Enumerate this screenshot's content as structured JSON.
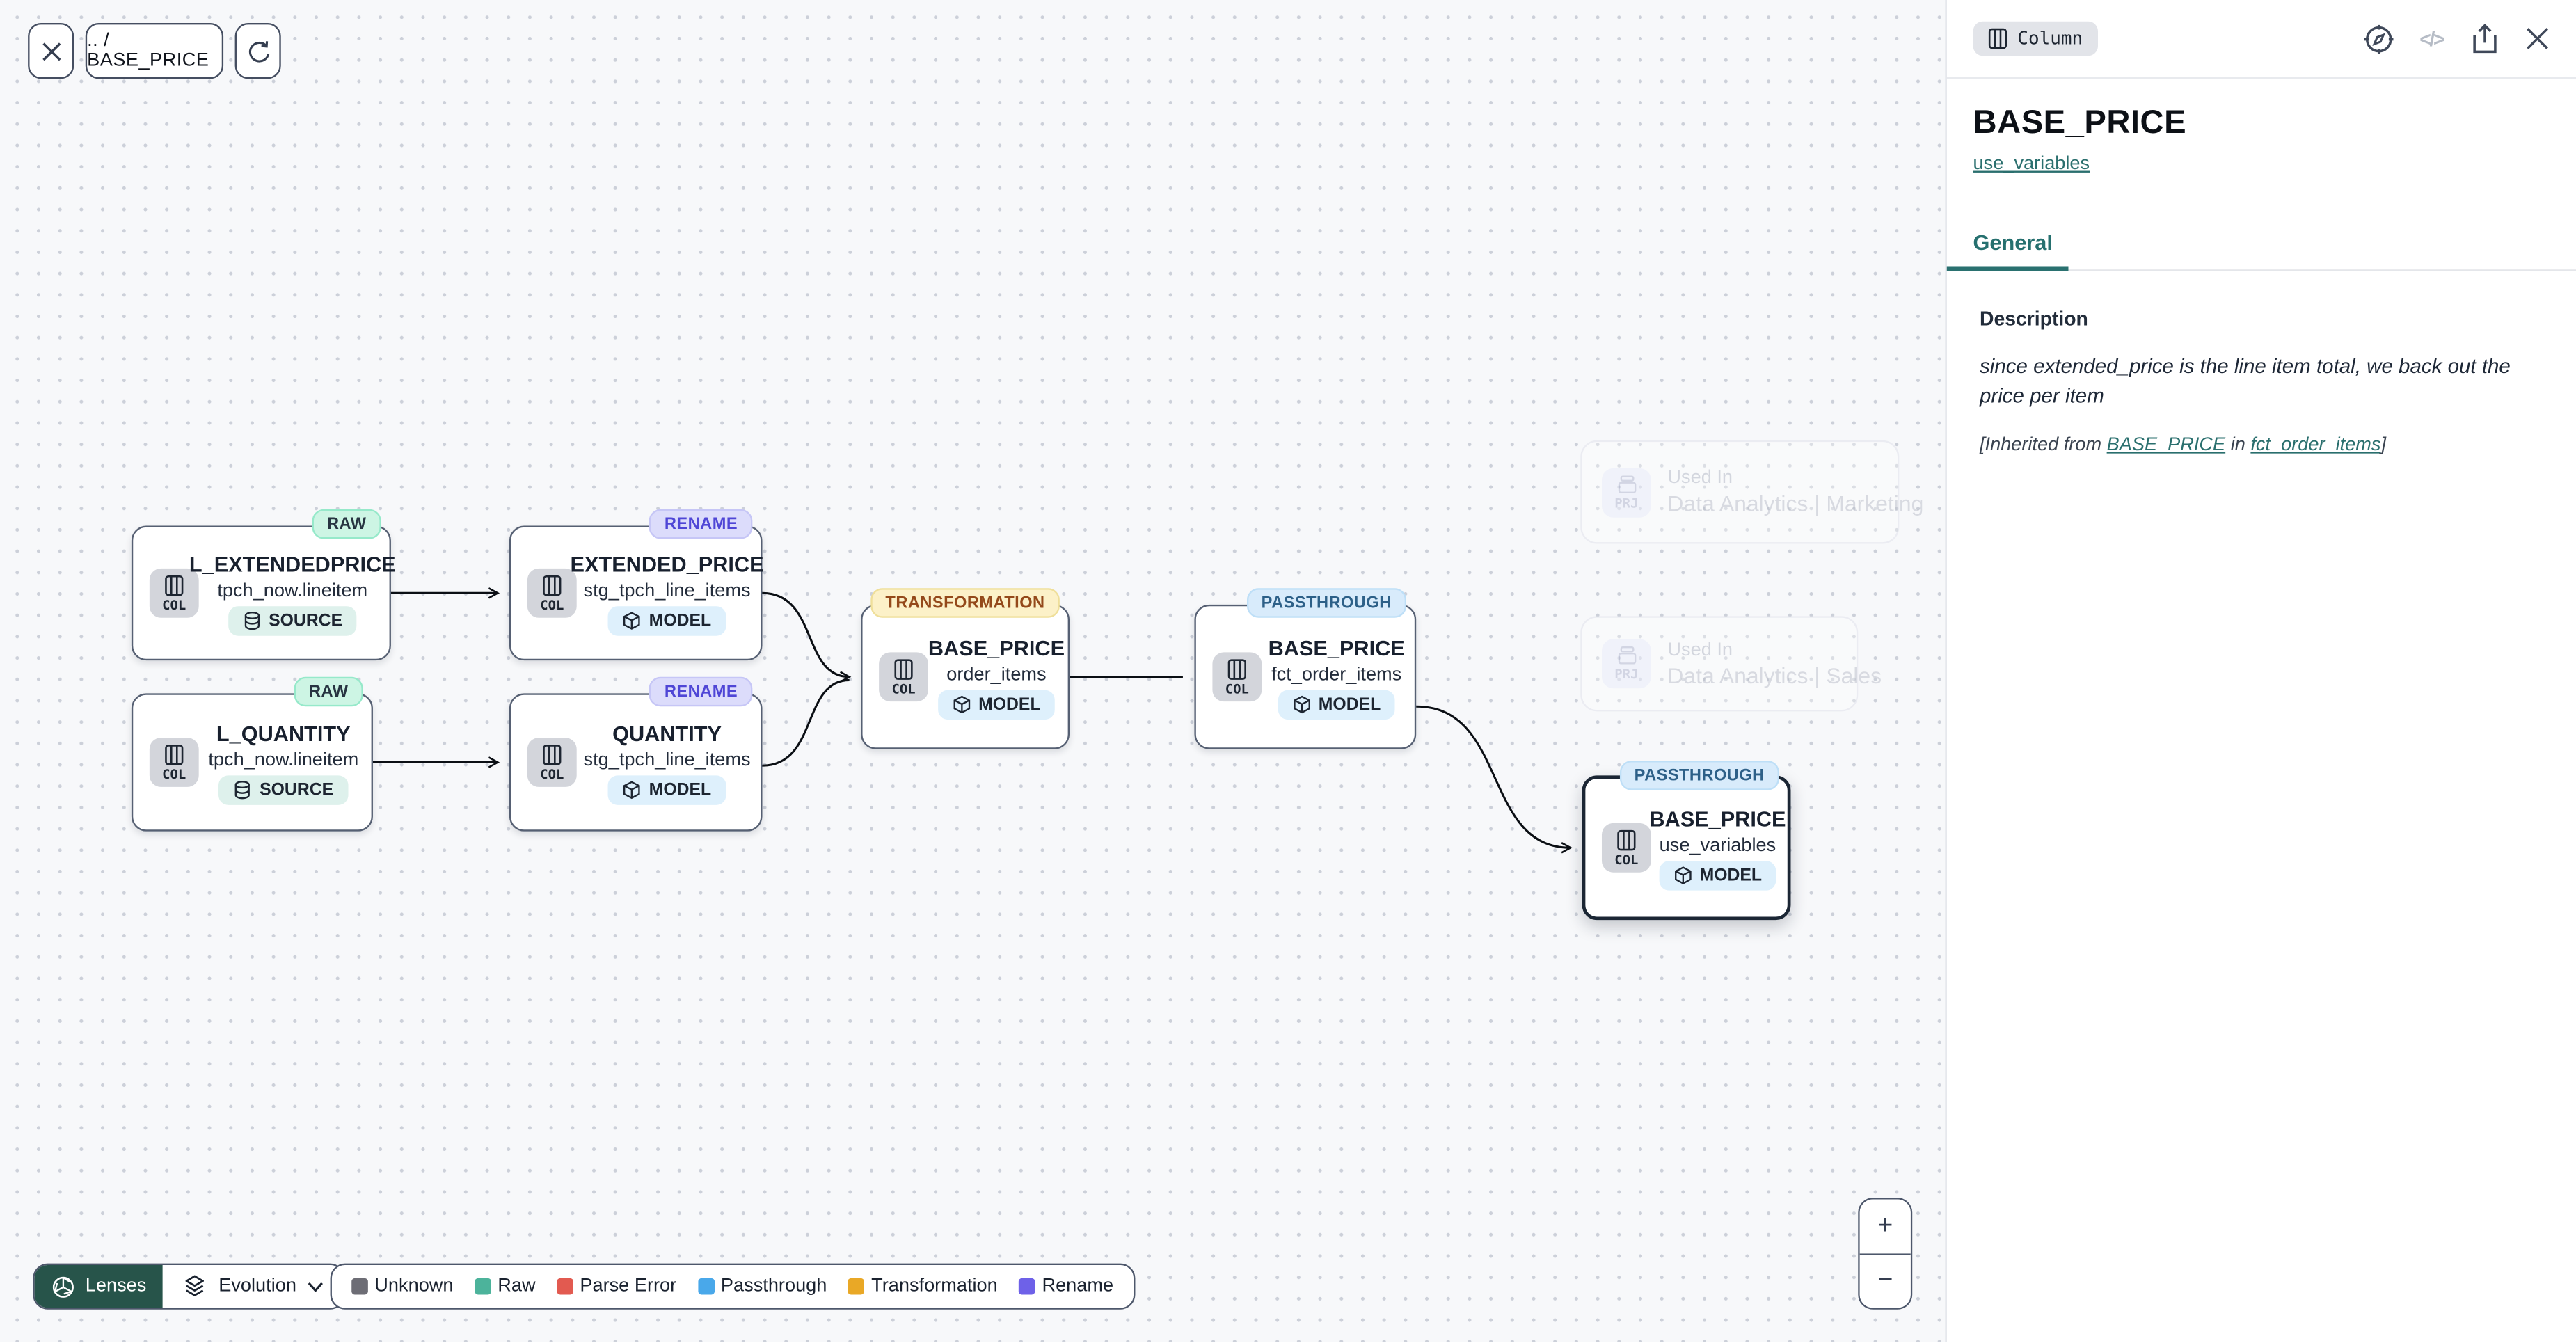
{
  "toolbar": {
    "breadcrumb": ".. / BASE_PRICE"
  },
  "graph": {
    "nodes": [
      {
        "title": "L_EXTENDEDPRICE",
        "subtitle": "tpch_now.lineitem",
        "lens_badge": "RAW",
        "type_badge": "SOURCE",
        "chip": "COL"
      },
      {
        "title": "EXTENDED_PRICE",
        "subtitle": "stg_tpch_line_items",
        "lens_badge": "RENAME",
        "type_badge": "MODEL",
        "chip": "COL"
      },
      {
        "title": "L_QUANTITY",
        "subtitle": "tpch_now.lineitem",
        "lens_badge": "RAW",
        "type_badge": "SOURCE",
        "chip": "COL"
      },
      {
        "title": "QUANTITY",
        "subtitle": "stg_tpch_line_items",
        "lens_badge": "RENAME",
        "type_badge": "MODEL",
        "chip": "COL"
      },
      {
        "title": "BASE_PRICE",
        "subtitle": "order_items",
        "lens_badge": "TRANSFORMATION",
        "type_badge": "MODEL",
        "chip": "COL"
      },
      {
        "title": "BASE_PRICE",
        "subtitle": "fct_order_items",
        "lens_badge": "PASSTHROUGH",
        "type_badge": "MODEL",
        "chip": "COL"
      },
      {
        "title": "BASE_PRICE",
        "subtitle": "use_variables",
        "lens_badge": "PASSTHROUGH",
        "type_badge": "MODEL",
        "chip": "COL",
        "selected": true
      }
    ],
    "used_in": [
      {
        "label": "Used In",
        "project": "Data Analytics | Marketing",
        "chip": "PRJ"
      },
      {
        "label": "Used In",
        "project": "Data Analytics | Sales",
        "chip": "PRJ"
      }
    ]
  },
  "lenses": {
    "button": "Lenses",
    "dropdown": "Evolution"
  },
  "legend": {
    "items": [
      {
        "label": "Unknown",
        "color": "#6d6d75"
      },
      {
        "label": "Raw",
        "color": "#4cb39b"
      },
      {
        "label": "Parse Error",
        "color": "#e25a50"
      },
      {
        "label": "Passthrough",
        "color": "#49a8ea"
      },
      {
        "label": "Transformation",
        "color": "#e9a826"
      },
      {
        "label": "Rename",
        "color": "#6e61e8"
      }
    ]
  },
  "zoom_controls": {
    "zoom_in": "+",
    "zoom_out": "−"
  },
  "panel": {
    "kind_badge": "Column",
    "title": "BASE_PRICE",
    "model_link": "use_variables",
    "tabs": [
      {
        "label": "General"
      }
    ],
    "description_heading": "Description",
    "description_text": "since extended_price is the line item total, we back out the price per item",
    "inherited_prefix": "[Inherited from ",
    "inherited_link_column": "BASE_PRICE",
    "inherited_middle": " in ",
    "inherited_link_model": "fct_order_items",
    "inherited_suffix": "]"
  }
}
